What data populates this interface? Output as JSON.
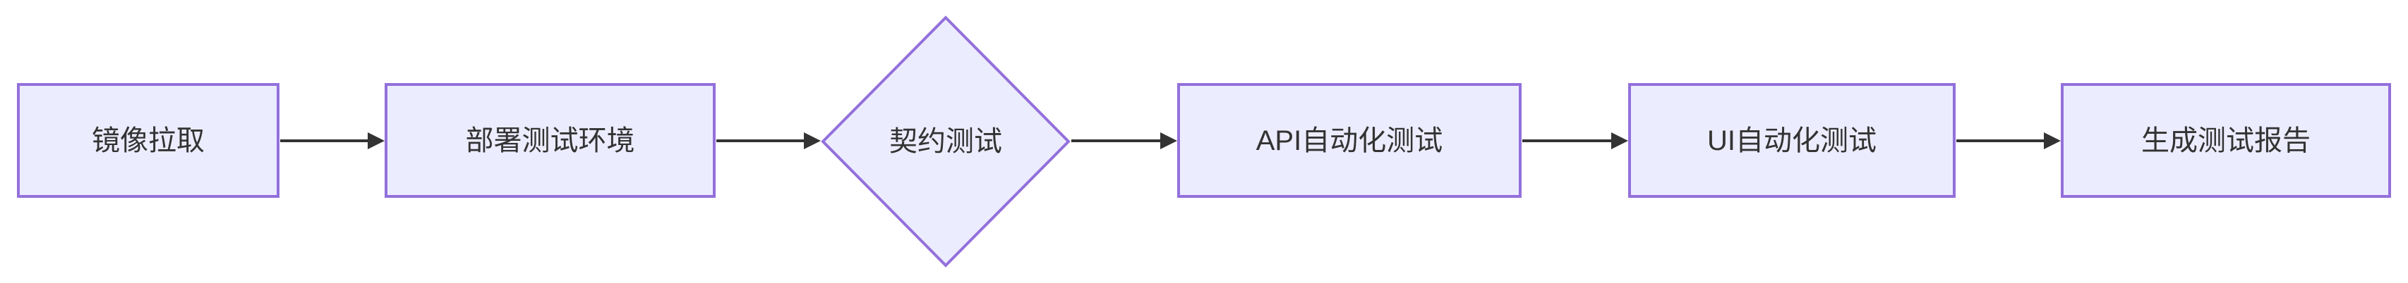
{
  "diagram": {
    "type": "flowchart",
    "direction": "left-to-right",
    "background_color": "#ffffff",
    "node_fill_color": "#ECECFF",
    "node_border_color": "#9370DB",
    "arrow_color": "#333333",
    "text_color": "#333333"
  },
  "nodes": [
    {
      "id": "image-pull",
      "label": "镜像拉取",
      "shape": "rect"
    },
    {
      "id": "deploy-test-env",
      "label": "部署测试环境",
      "shape": "rect"
    },
    {
      "id": "contract-test",
      "label": "契约测试",
      "shape": "diamond"
    },
    {
      "id": "api-auto-test",
      "label": "API自动化测试",
      "shape": "rect"
    },
    {
      "id": "ui-auto-test",
      "label": "UI自动化测试",
      "shape": "rect"
    },
    {
      "id": "gen-test-report",
      "label": "生成测试报告",
      "shape": "rect"
    }
  ],
  "edges": [
    {
      "from": "image-pull",
      "to": "deploy-test-env"
    },
    {
      "from": "deploy-test-env",
      "to": "contract-test"
    },
    {
      "from": "contract-test",
      "to": "api-auto-test"
    },
    {
      "from": "api-auto-test",
      "to": "ui-auto-test"
    },
    {
      "from": "ui-auto-test",
      "to": "gen-test-report"
    }
  ]
}
